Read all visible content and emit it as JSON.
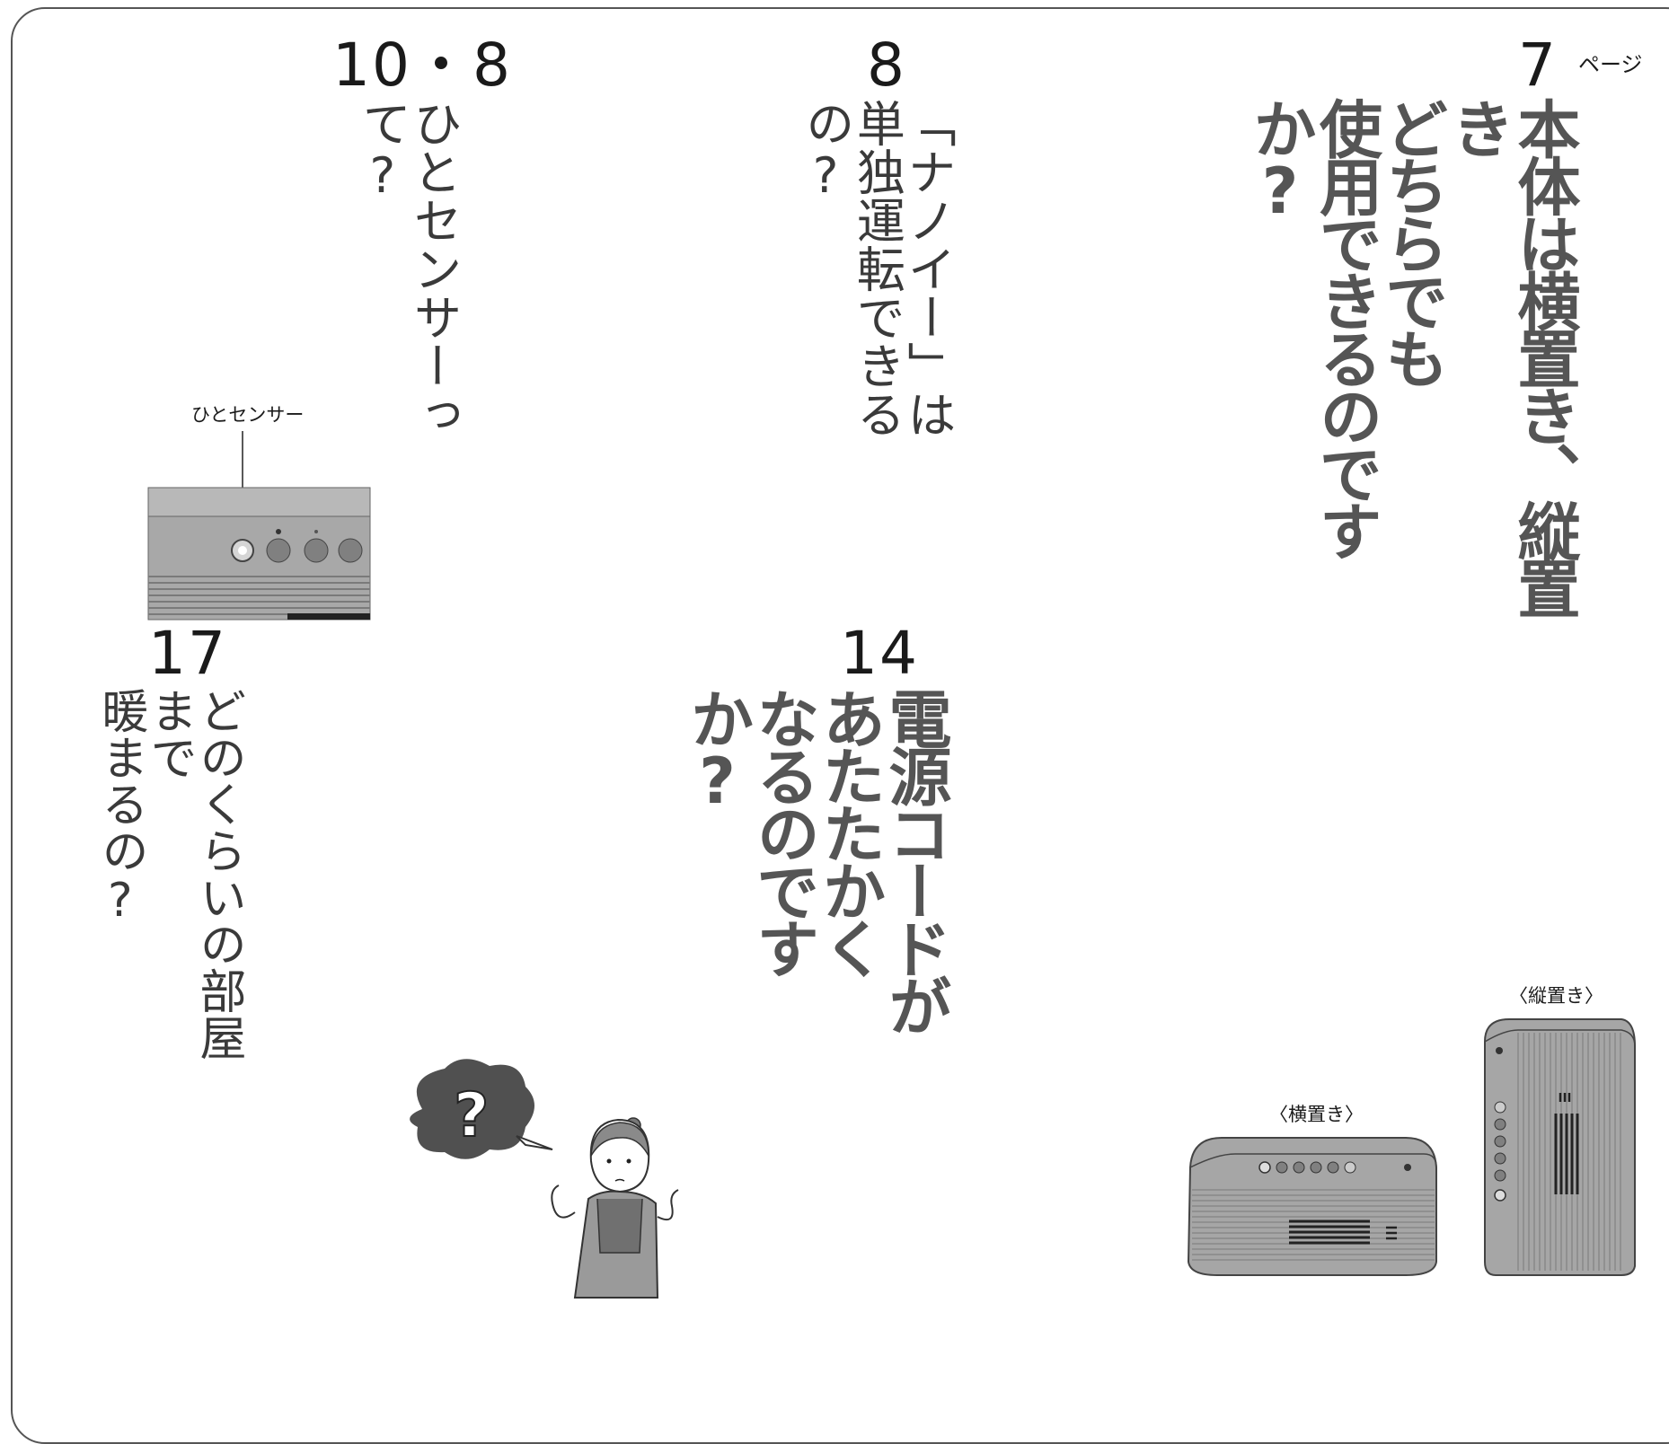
{
  "pages": {
    "p7": "7",
    "p7_unit": "ページ",
    "p8": "8",
    "p10": "10・8",
    "p14": "14",
    "p17": "17"
  },
  "questions": {
    "q7": [
      "本体は横置き、縦置き",
      "どちらでも",
      "使用できるのですか?"
    ],
    "q8": [
      "「ナノイー」は",
      "単独運転できるの?"
    ],
    "q10": [
      "ひとセンサーって?"
    ],
    "q14": [
      "電源コードが",
      "あたたかく",
      "なるのですか?"
    ],
    "q17": [
      "どのくらいの部屋まで",
      "暖まるの?"
    ]
  },
  "labels": {
    "sensor": "ひとセンサー",
    "horizontal": "〈横置き〉",
    "vertical": "〈縦置き〉",
    "question_mark": "?"
  },
  "colors": {
    "bold_text": "#555555",
    "regular_text": "#3a3a3a",
    "frame": "#555555"
  }
}
